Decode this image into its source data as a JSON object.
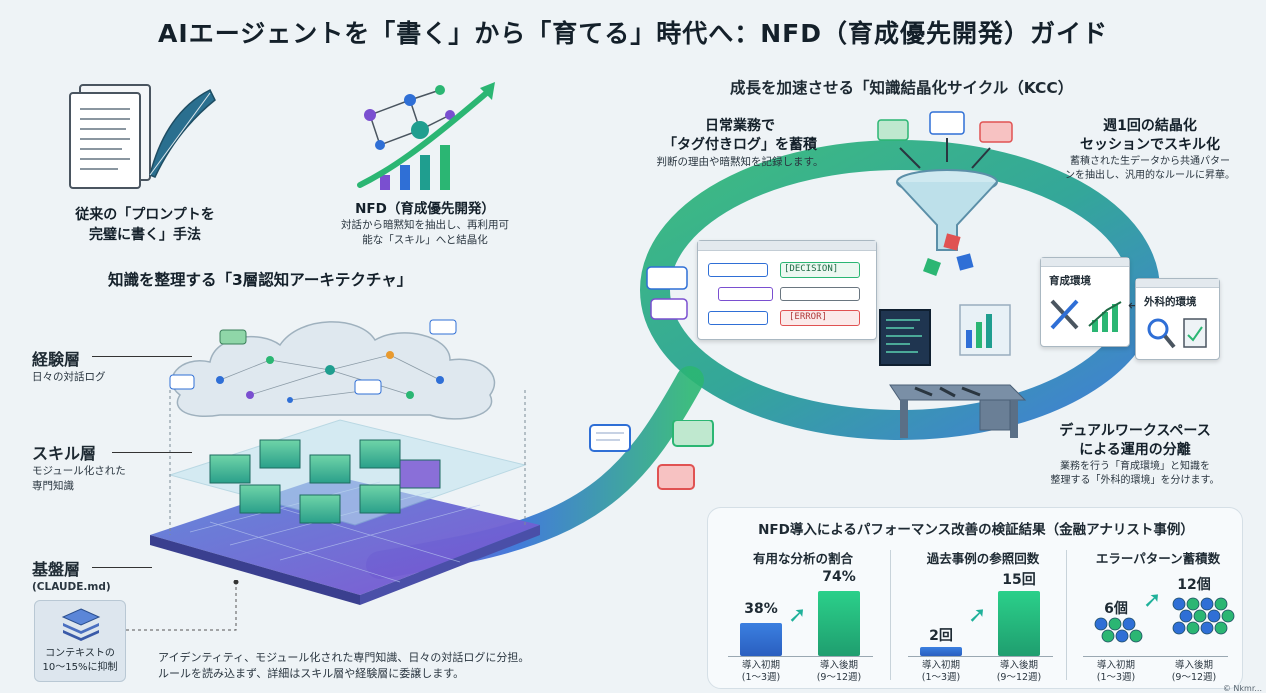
{
  "title": "AIエージェントを「書く」から「育てる」時代へ：NFD（育成優先開発）ガイド",
  "intro": {
    "traditional": {
      "line1": "従来の「プロンプトを",
      "line2": "完璧に書く」手法",
      "icon": "paper-feather-icon"
    },
    "nfd": {
      "title": "NFD（育成優先開発）",
      "desc1": "対話から暗黙知を抽出し、再利用可",
      "desc2": "能な「スキル」へと結晶化",
      "icon": "network-growth-icon"
    }
  },
  "architecture": {
    "title": "知識を整理する「3層認知アーキテクチャ」",
    "layers": [
      {
        "name": "経験層",
        "desc1": "日々の対話ログ",
        "desc2": ""
      },
      {
        "name": "スキル層",
        "desc1": "モジュール化された",
        "desc2": "専門知識"
      },
      {
        "name": "基盤層",
        "desc1": "(CLAUDE.md)",
        "desc2": ""
      }
    ],
    "context_box": {
      "line1": "コンテキストの",
      "line2": "10〜15%に抑制"
    },
    "footer1": "アイデンティティ、モジュール化された専門知識、日々の対話ログに分担。",
    "footer2": "ルールを読み込まず、詳細はスキル層や経験層に委譲します。"
  },
  "kcc": {
    "title": "成長を加速させる「知識結晶化サイクル（KCC）",
    "step1": {
      "title1": "日常業務で",
      "title2": "「タグ付きログ」を蓄積",
      "desc": "判断の理由や暗黙知を記録します。",
      "tag_decision": "[DECISION]",
      "tag_error": "[ERROR]"
    },
    "step2": {
      "title1": "週1回の結晶化",
      "title2": "セッションでスキル化",
      "desc1": "蓄積された生データから共通パター",
      "desc2": "ンを抽出し、汎用的なルールに昇華。"
    },
    "step3": {
      "title1": "デュアルワークスペース",
      "title2": "による運用の分離",
      "desc1": "業務を行う「育成環境」と知識を",
      "desc2": "整理する「外科的環境」を分けます。",
      "env_a": "育成環境",
      "env_b": "外科的環境"
    }
  },
  "metrics": {
    "title": "NFD導入によるパフォーマンス改善の検証結果（金融アナリスト事例）",
    "before_label": "導入初期",
    "before_period": "(1〜3週)",
    "after_label": "導入後期",
    "after_period": "(9〜12週)",
    "items": [
      {
        "name": "有用な分析の割合",
        "before": "38%",
        "after": "74%",
        "before_value": 38,
        "after_value": 74
      },
      {
        "name": "過去事例の参照回数",
        "before": "2回",
        "after": "15回",
        "before_value": 2,
        "after_value": 15
      },
      {
        "name": "エラーパターン蓄積数",
        "before": "6個",
        "after": "12個",
        "before_value": 6,
        "after_value": 12
      }
    ]
  },
  "colors": {
    "accent_green": "#2bb673",
    "accent_blue": "#2f6fd6",
    "accent_purple": "#7a4fd0",
    "error_red": "#e05252",
    "teal": "#1f9e8f"
  },
  "credit": "© Nkmr..."
}
